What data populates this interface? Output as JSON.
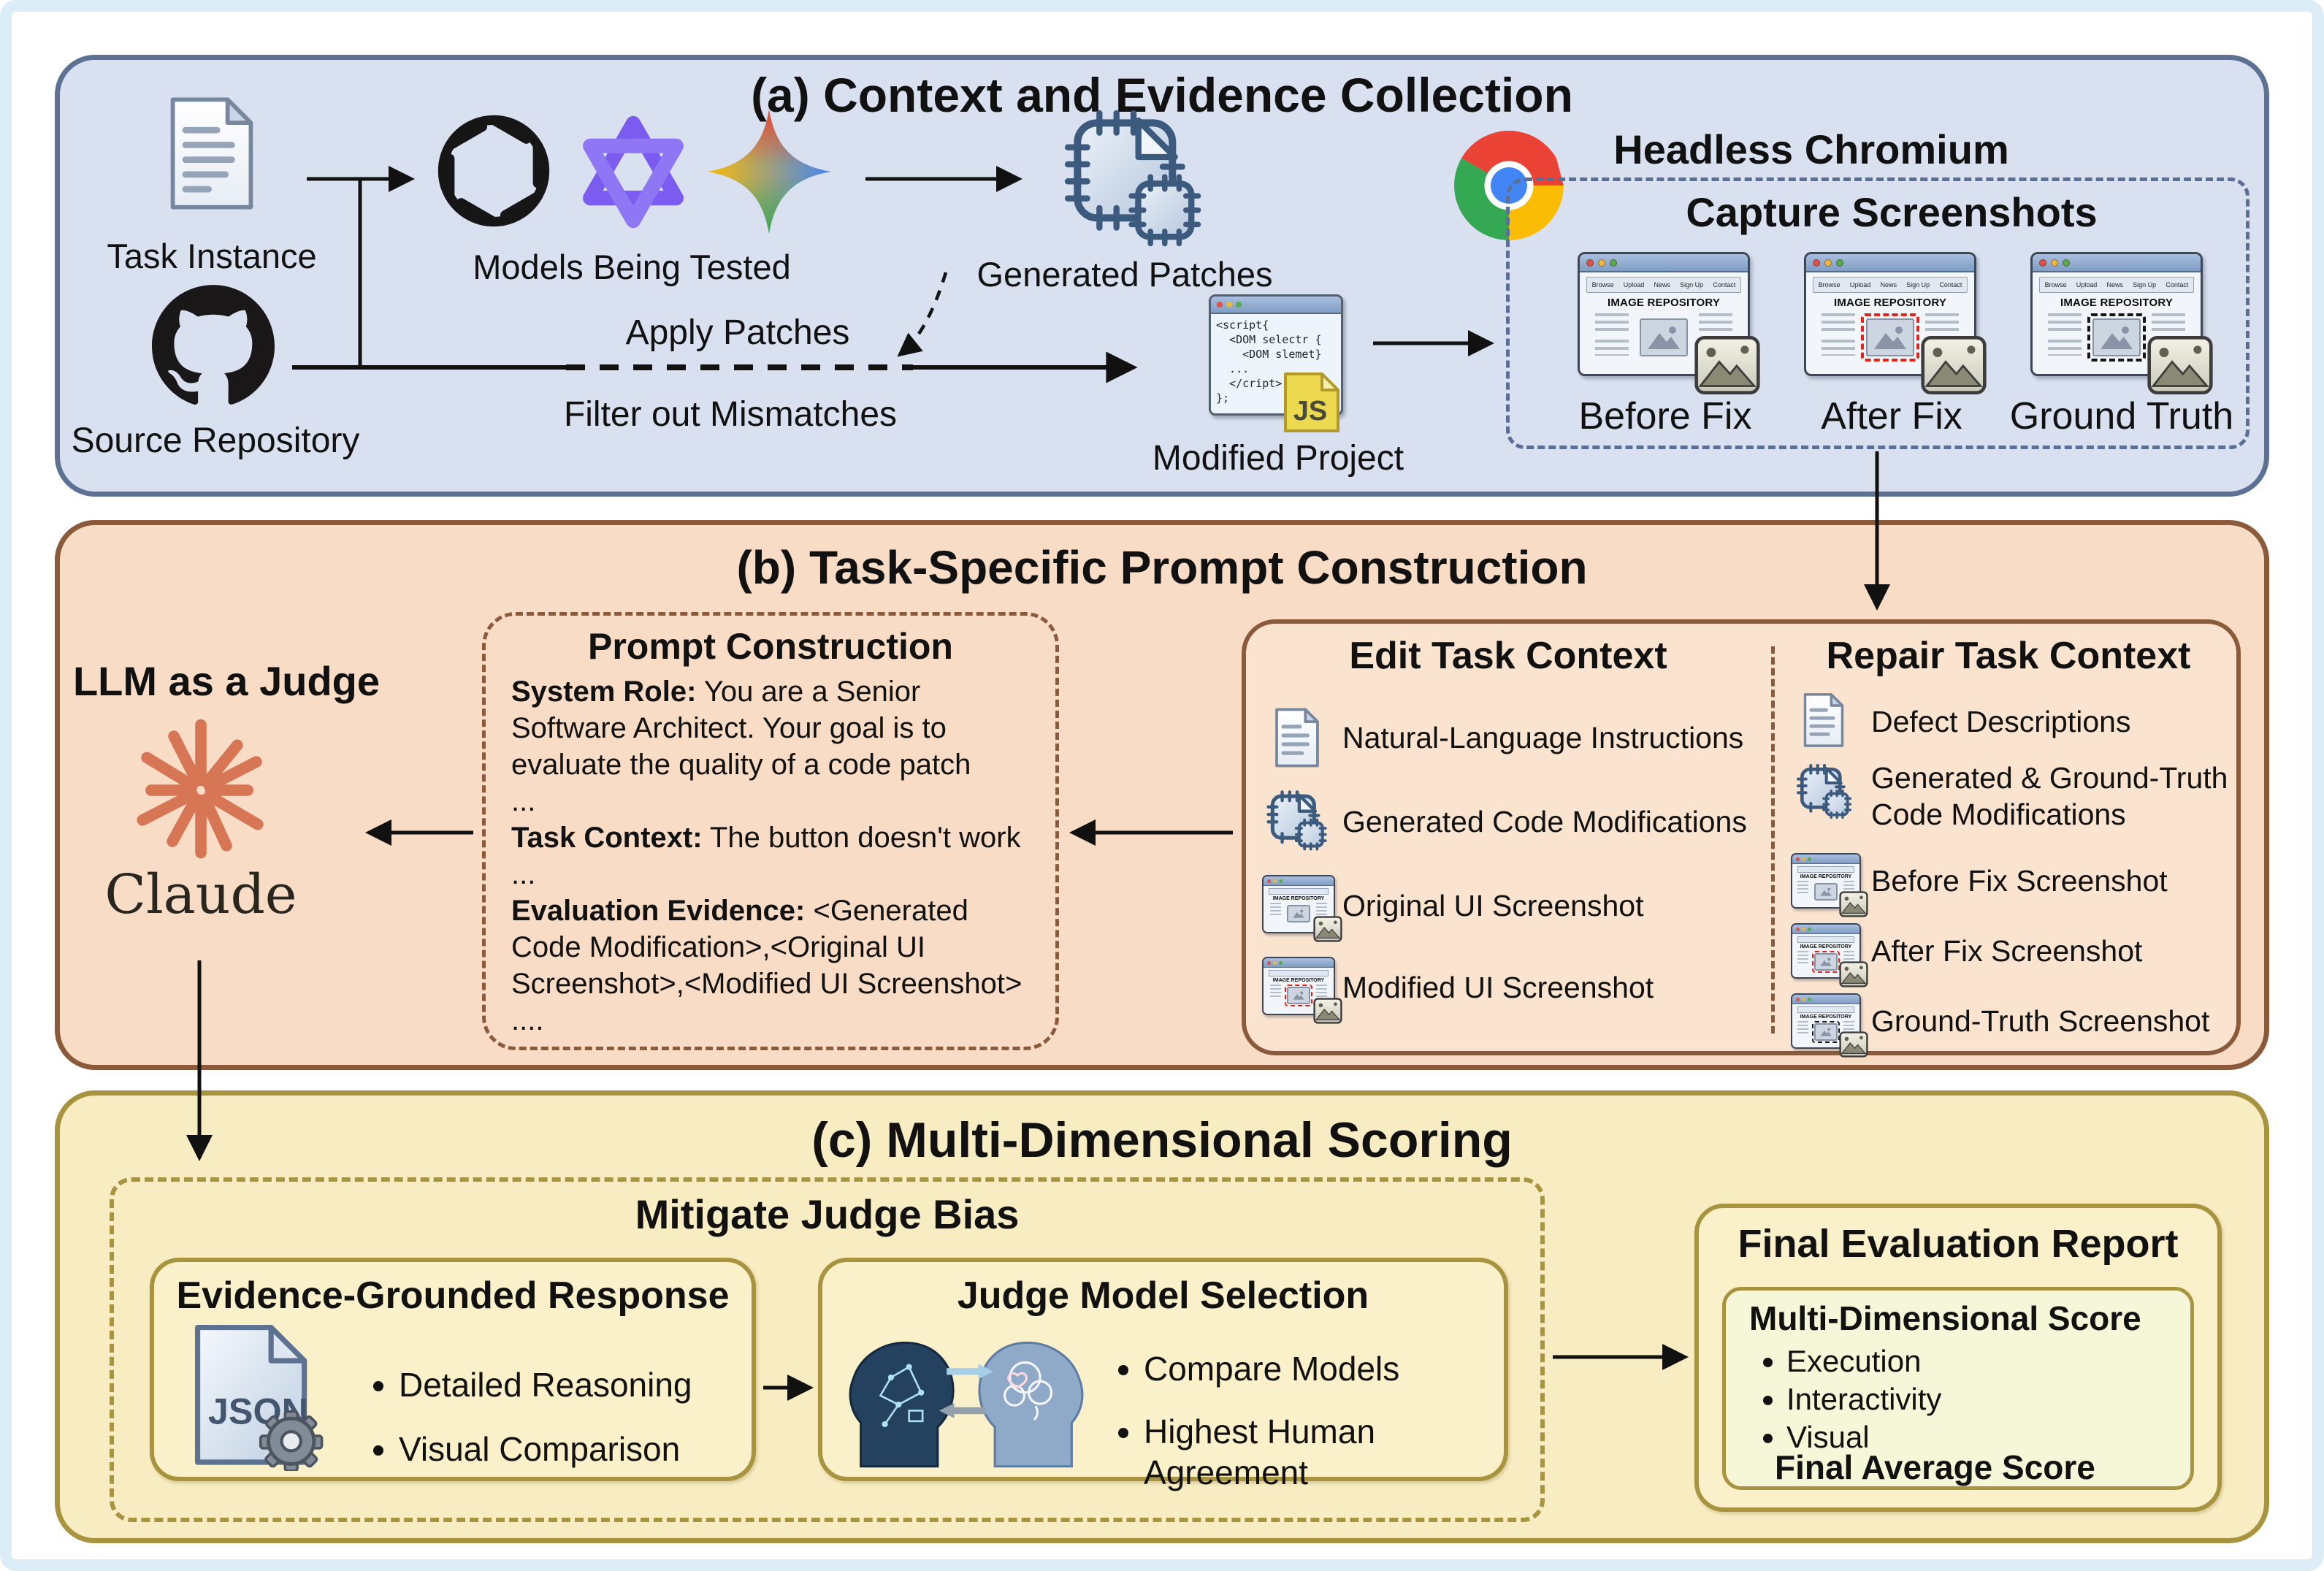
{
  "a": {
    "title": "(a) Context and Evidence Collection",
    "task_instance": "Task Instance",
    "source_repository": "Source Repository",
    "models_being_tested": "Models Being Tested",
    "generated_patches": "Generated Patches",
    "apply_patches": "Apply Patches",
    "filter_out_mismatches": "Filter out Mismatches",
    "modified_project": "Modified Project",
    "js_badge": "JS",
    "code_lines": [
      "<script{",
      "  <DOM selectr {",
      "    <DOM slemet}",
      "  ...",
      "  </cript>",
      "};"
    ],
    "headless_chromium": "Headless Chromium",
    "capture_screenshots": "Capture Screenshots",
    "browser": {
      "heading": "IMAGE REPOSITORY",
      "nav": [
        "Browse",
        "Upload",
        "News",
        "Sign Up",
        "Contact"
      ]
    },
    "shots": [
      {
        "label": "Before Fix",
        "variant": "plain"
      },
      {
        "label": "After Fix",
        "variant": "red-dashed"
      },
      {
        "label": "Ground Truth",
        "variant": "black-dashed"
      }
    ]
  },
  "b": {
    "title": "(b) Task-Specific Prompt Construction",
    "llm_as_a_judge": "LLM as a Judge",
    "claude_wordmark": "Claude",
    "prompt": {
      "title": "Prompt Construction",
      "parts": [
        {
          "label": "System Role:",
          "text": " You are a Senior Software Architect. Your goal is to evaluate the quality of a code patch\n..."
        },
        {
          "label": "Task Context:",
          "text": " The button doesn't work ..."
        },
        {
          "label": "Evaluation Evidence:",
          "text": " <Generated Code Modification>,<Original UI Screenshot>,<Modified UI Screenshot>\n...."
        }
      ]
    },
    "edit_context": {
      "title": "Edit Task Context",
      "items": [
        "Natural-Language Instructions",
        "Generated Code Modifications",
        "Original UI Screenshot",
        "Modified UI Screenshot"
      ]
    },
    "repair_context": {
      "title": "Repair Task Context",
      "items": [
        "Defect Descriptions",
        "Generated & Ground-Truth Code Modifications",
        "Before Fix Screenshot",
        "After Fix Screenshot",
        "Ground-Truth Screenshot"
      ]
    }
  },
  "c": {
    "title": "(c) Multi-Dimensional Scoring",
    "mitigate_judge_bias": "Mitigate Judge Bias",
    "evidence": {
      "title": "Evidence-Grounded Response",
      "json_label": "JSON",
      "bullets": [
        "Detailed Reasoning",
        "Visual Comparison"
      ]
    },
    "judge": {
      "title": "Judge Model Selection",
      "bullets": [
        "Compare Models",
        "Highest Human Agreement"
      ]
    },
    "report": {
      "title": "Final Evaluation Report",
      "score_title": "Multi-Dimensional Score",
      "bullets": [
        "Execution",
        "Interactivity",
        "Visual"
      ],
      "final": "Final Average Score"
    }
  },
  "colors": {
    "section_a_bg": "#d9e1f0",
    "section_a_border": "#5d7194",
    "section_b_bg": "#f8dcc6",
    "section_b_border": "#8a5a3b",
    "section_c_bg": "#f8ecc2",
    "section_c_border": "#a8943f",
    "claude_accent": "#d77655",
    "highlight_red": "#e3241b",
    "js_yellow": "#ecd94f",
    "arrow": "#111111"
  }
}
